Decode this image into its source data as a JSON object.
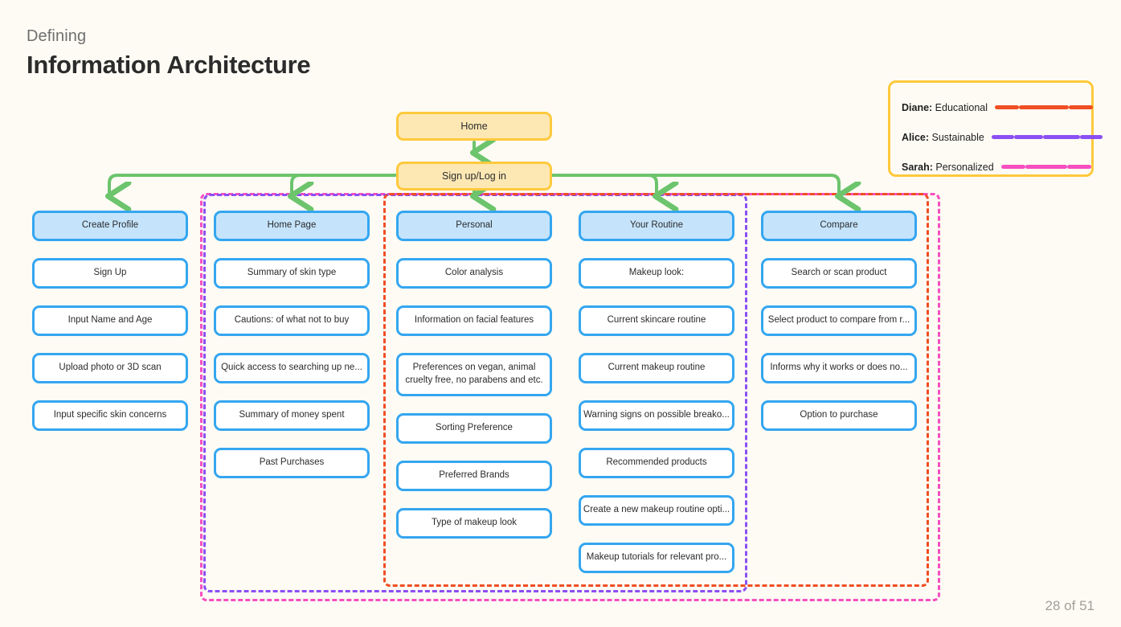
{
  "header": {
    "eyebrow": "Defining",
    "title": "Information Architecture"
  },
  "legend": {
    "items": [
      {
        "person": "Diane:",
        "category": " Educational",
        "color": "#f04e23",
        "dashes": [
          30,
          62,
          30
        ]
      },
      {
        "person": "Alice:",
        "category": " Sustainable",
        "color": "#8b4ff4",
        "dashes": [
          28,
          36,
          46,
          28
        ]
      },
      {
        "person": "Sarah:",
        "category": " Personalized",
        "color": "#f64fc0",
        "dashes": [
          30,
          52,
          30
        ]
      }
    ]
  },
  "flow": {
    "home": "Home",
    "signup": "Sign up/Log in"
  },
  "columns": [
    {
      "id": "create-profile",
      "header": "Create Profile",
      "nodes": [
        "Sign Up",
        "Input Name and Age",
        "Upload photo or 3D scan",
        "Input specific skin concerns"
      ]
    },
    {
      "id": "home-page",
      "header": "Home Page",
      "nodes": [
        "Summary of skin type",
        "Cautions: of what not to buy",
        "Quick access to searching up ne...",
        "Summary of money spent",
        "Past Purchases"
      ]
    },
    {
      "id": "personal",
      "header": "Personal",
      "nodes": [
        "Color analysis",
        "Information on facial features",
        "Preferences on vegan, animal cruelty free, no parabens and etc.",
        "Sorting Preference",
        "Preferred Brands",
        "Type of makeup look"
      ]
    },
    {
      "id": "your-routine",
      "header": "Your Routine",
      "nodes": [
        "Makeup look:",
        "Current skincare routine",
        "Current makeup routine",
        "Warning signs on possible breako...",
        "Recommended products",
        "Create a new makeup routine opti...",
        "Makeup tutorials for relevant pro..."
      ]
    },
    {
      "id": "compare",
      "header": "Compare",
      "nodes": [
        "Search or scan product",
        "Select product to compare from r...",
        "Informs why it works or does no...",
        "Option to purchase"
      ]
    }
  ],
  "footer": {
    "page": "28 of 51"
  },
  "colors": {
    "background": "#fdfbf4",
    "node_border": "#34a6f0",
    "node_header_fill": "#c5e4fc",
    "flow_fill": "#fde8b4",
    "flow_border": "#ffc93c",
    "connector": "#6cc46c",
    "diane": "#f04e23",
    "alice": "#8b4ff4",
    "sarah": "#f64fc0"
  }
}
